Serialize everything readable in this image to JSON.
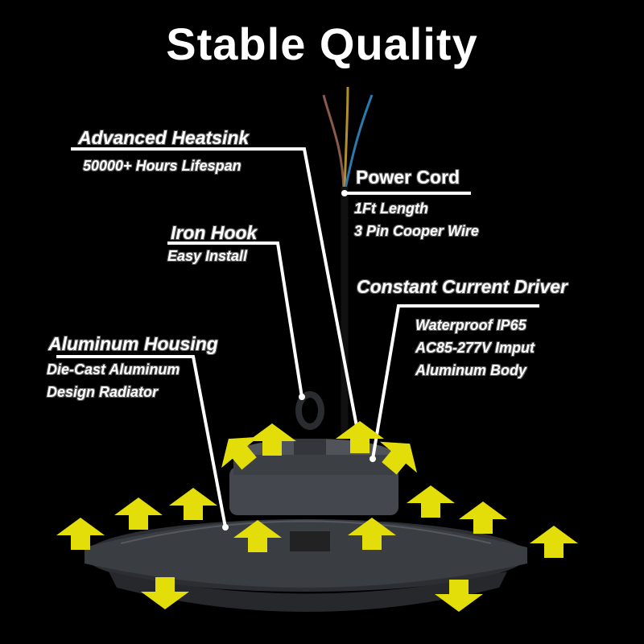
{
  "title": "Stable Quality",
  "callouts": {
    "heatsink": {
      "heading": "Advanced Heatsink",
      "lines": [
        "50000+ Hours Lifespan"
      ]
    },
    "power_cord": {
      "heading": "Power Cord",
      "lines": [
        "1Ft Length",
        "3 Pin Cooper Wire"
      ]
    },
    "iron_hook": {
      "heading": "Iron Hook",
      "lines": [
        "Easy Install"
      ]
    },
    "driver": {
      "heading": "Constant Current Driver",
      "lines": [
        "Waterproof IP65",
        "AC85-277V Imput",
        "Aluminum Body"
      ]
    },
    "housing": {
      "heading": "Aluminum Housing",
      "lines": [
        "Die-Cast Aluminum",
        "Design Radiator"
      ]
    }
  },
  "colors": {
    "arrow": "#e3de0a",
    "background": "#000000",
    "lamp": "#3a3d42"
  }
}
